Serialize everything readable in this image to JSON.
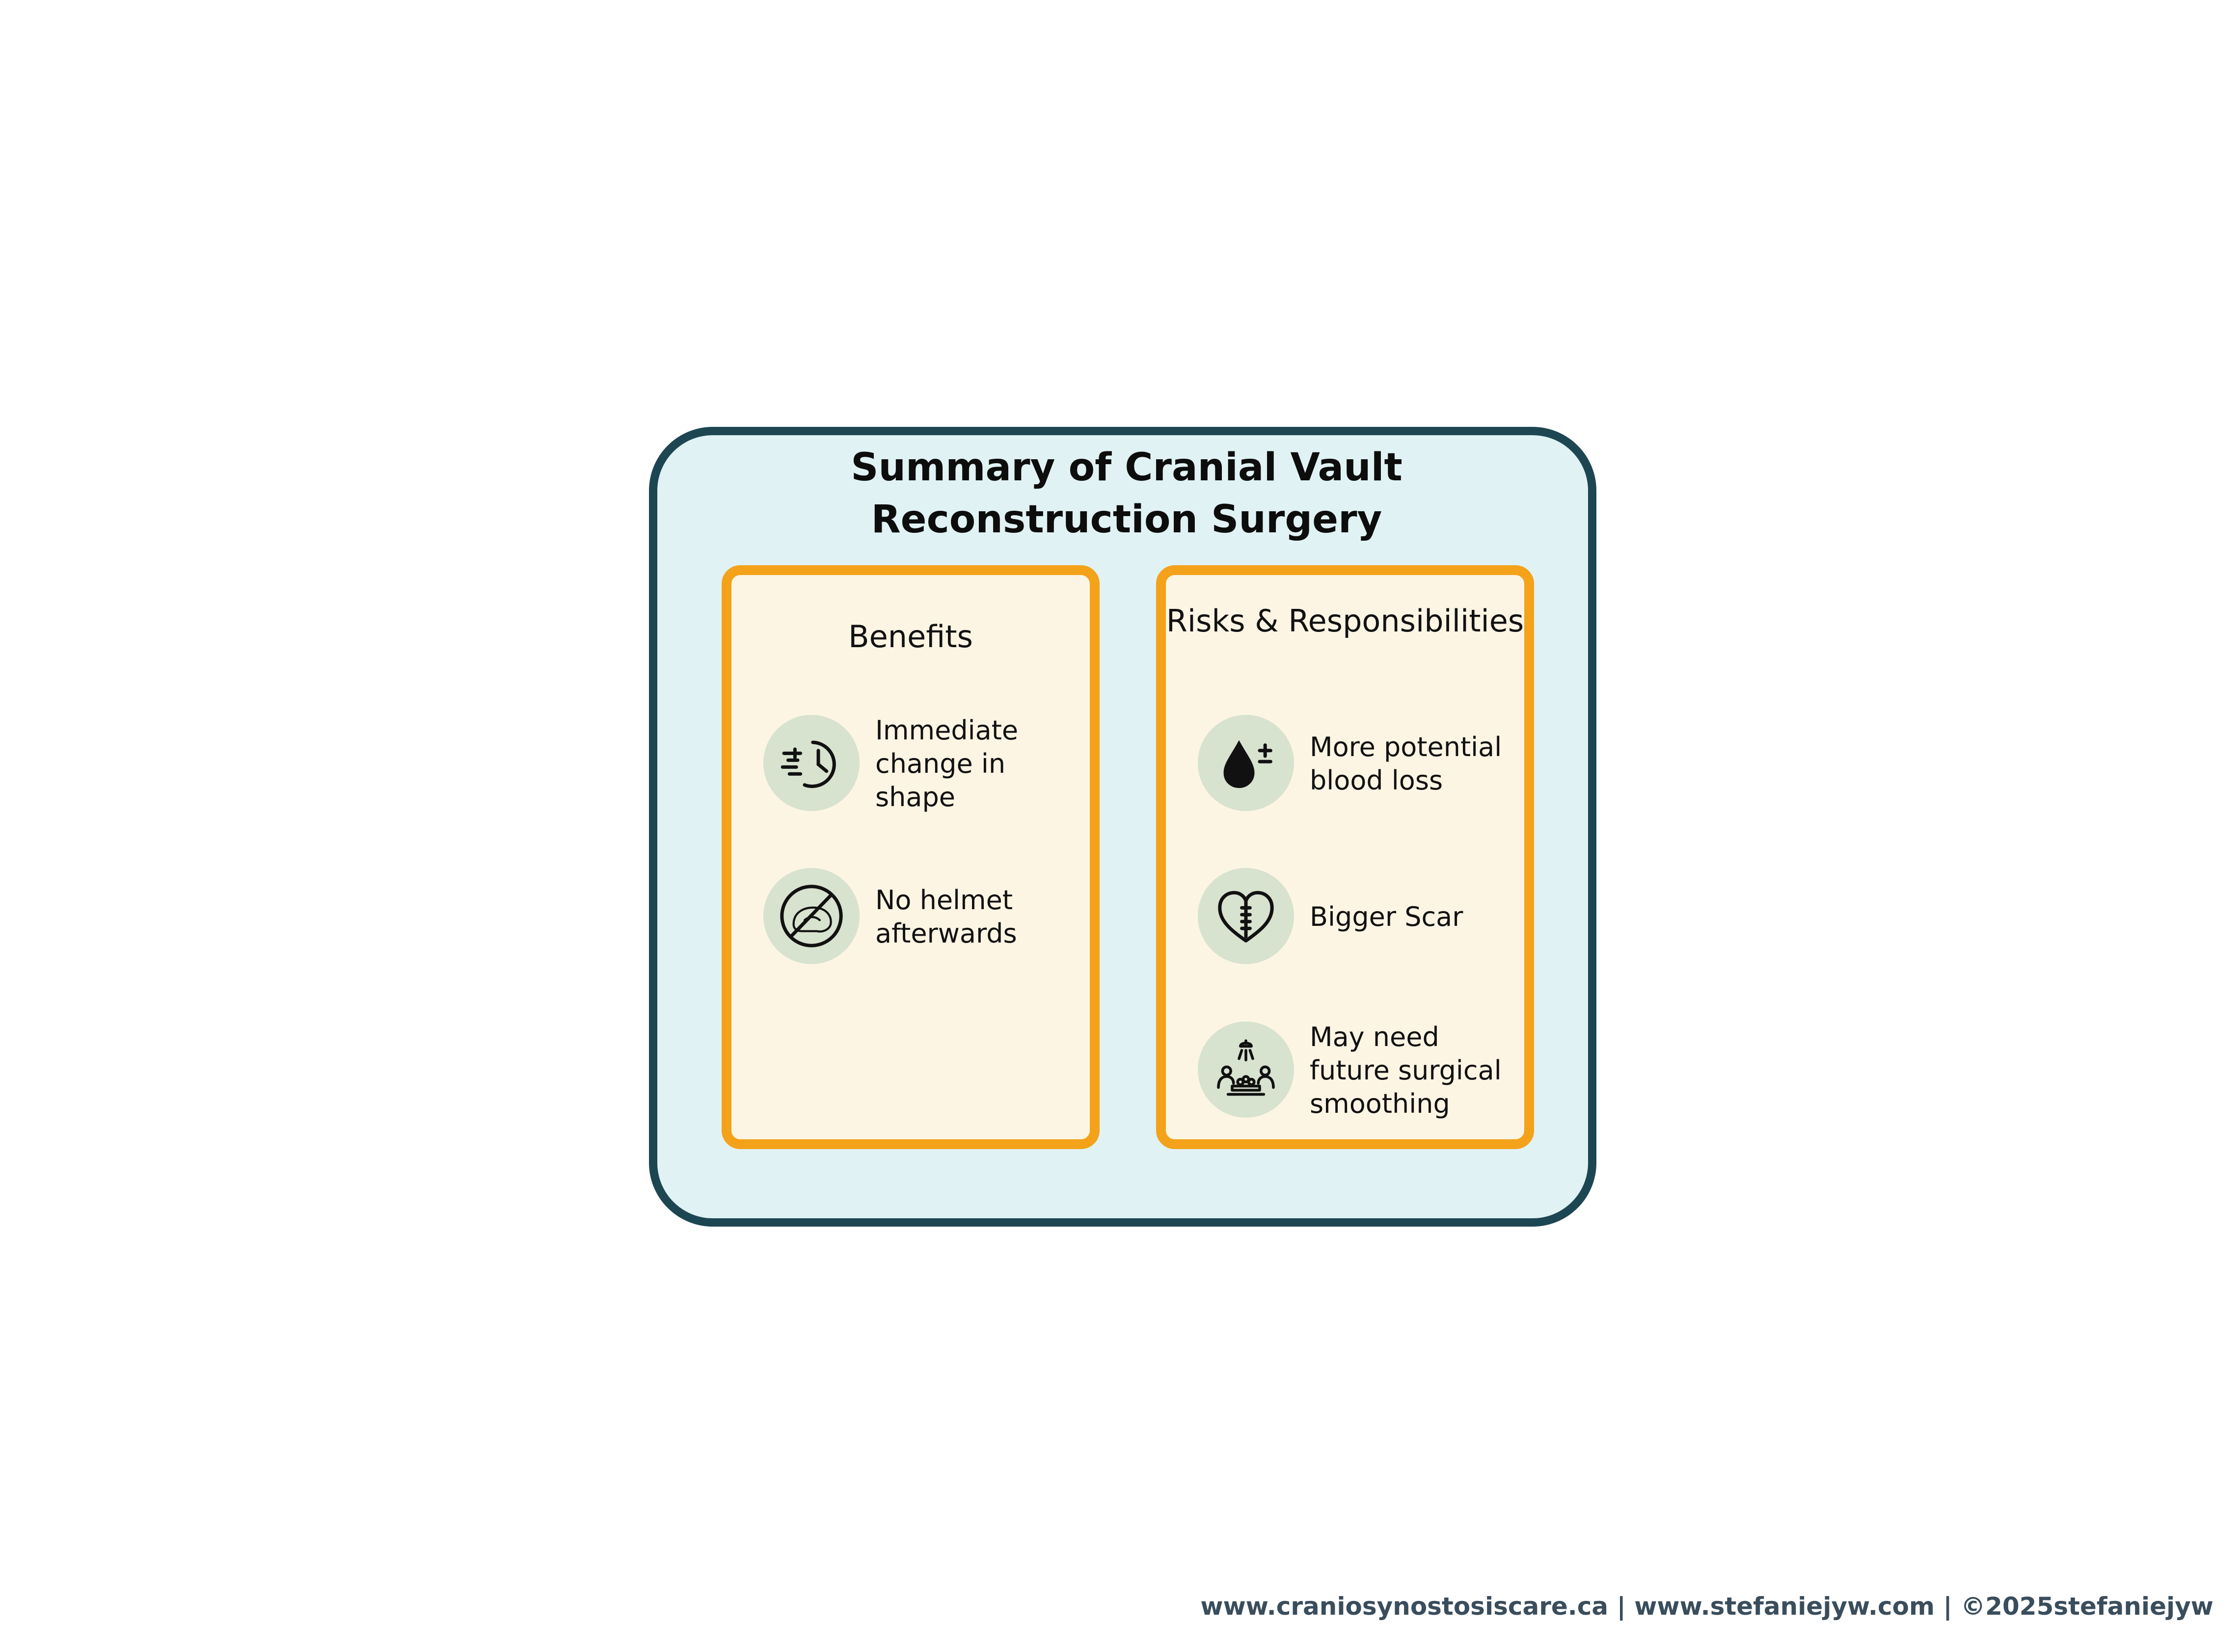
{
  "title": "Summary of Cranial Vault Reconstruction Surgery",
  "colors": {
    "outer_border": "#1c4652",
    "outer_fill": "#e1f2f4",
    "panel_border": "#f3a21a",
    "panel_fill": "#fdf5e3",
    "icon_circle": "#d7e2cf",
    "footer_text": "#3a4d5c"
  },
  "benefits": {
    "title": "Benefits",
    "items": [
      {
        "icon": "fast-clock-icon",
        "text": "Immediate change in shape"
      },
      {
        "icon": "no-helmet-icon",
        "text": "No helmet afterwards"
      }
    ]
  },
  "risks": {
    "title": "Risks & Responsibilities",
    "items": [
      {
        "icon": "blood-drop-plus-minus-icon",
        "text": "More potential blood loss"
      },
      {
        "icon": "heart-scar-icon",
        "text": "Bigger Scar"
      },
      {
        "icon": "surgery-team-icon",
        "text": "May need future surgical smoothing"
      }
    ]
  },
  "footer": "www.craniosynostosiscare.ca | www.stefaniejyw.com | ©2025stefaniejyw"
}
